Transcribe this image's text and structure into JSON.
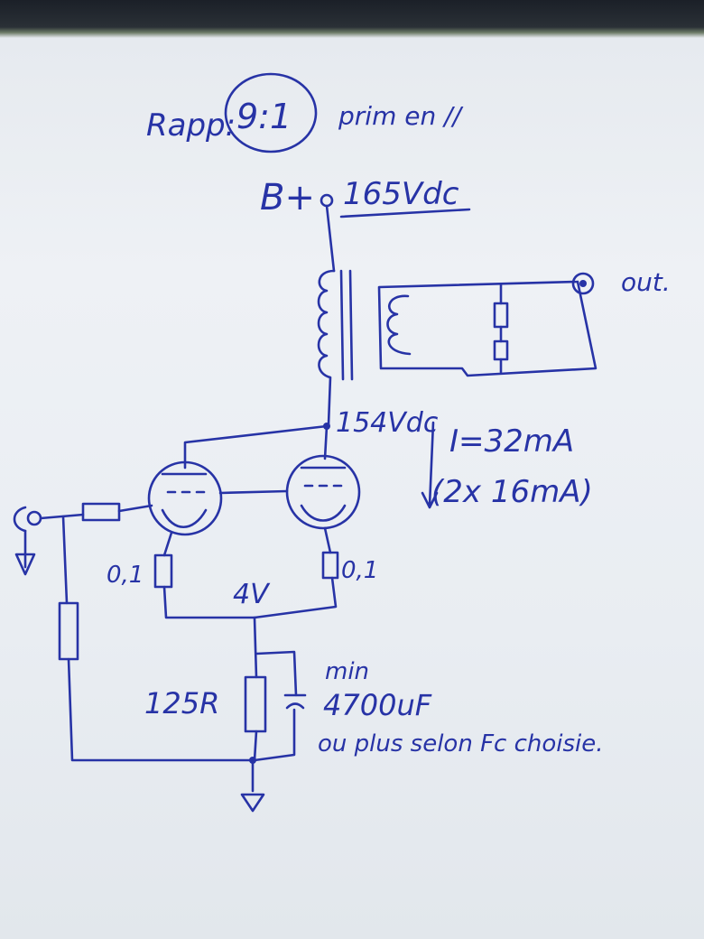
{
  "header": {
    "ratio_prefix": "Rapp:",
    "ratio_value": "9:1",
    "ratio_suffix": "prim en //"
  },
  "supply": {
    "label": "B+",
    "voltage": "165Vdc"
  },
  "anode": {
    "voltage": "154Vdc"
  },
  "current": {
    "total": "I=32mA",
    "split": "(2x 16mA)"
  },
  "output": {
    "label": "out."
  },
  "cathode": {
    "left_resistor": "0,1",
    "right_resistor": "0,1",
    "node_voltage": "4V",
    "common_resistor": "125R"
  },
  "capacitor": {
    "line1": "min",
    "line2": "4700uF",
    "line3": "ou plus selon Fc choisie."
  },
  "colors": {
    "ink": "#2733a6",
    "paper": "#eef1f5"
  }
}
